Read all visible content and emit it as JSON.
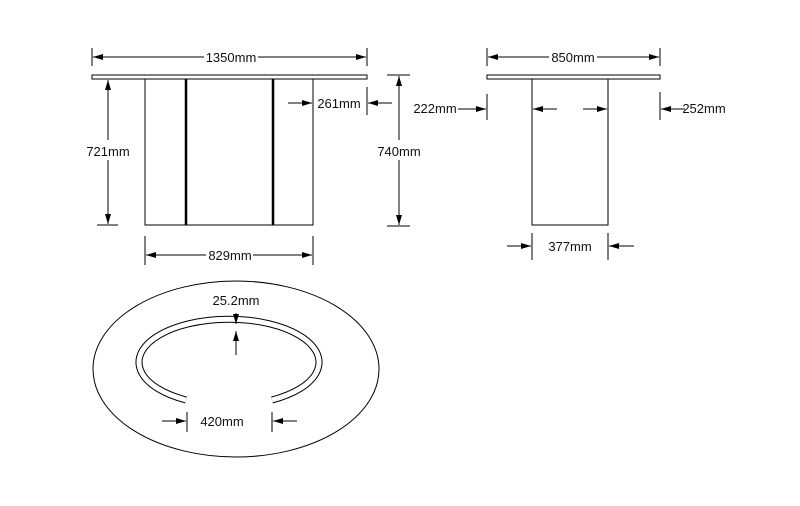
{
  "front_view": {
    "overall_width": "1350mm",
    "leg_height": "721mm",
    "overall_height": "740mm",
    "side_panel_offset": "261mm",
    "base_width": "829mm"
  },
  "side_view": {
    "overall_depth": "850mm",
    "left_overhang": "222mm",
    "right_overhang": "252mm",
    "base_depth": "377mm"
  },
  "plan_view": {
    "panel_thickness": "25.2mm",
    "opening_width": "420mm"
  }
}
